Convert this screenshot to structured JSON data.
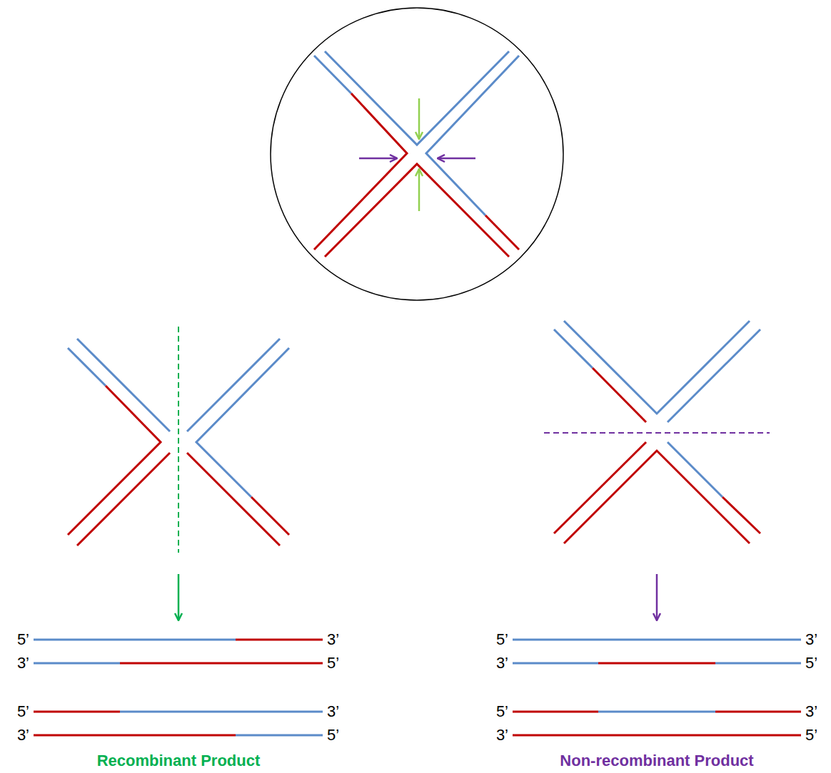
{
  "diagram": {
    "labels": [
      "5’",
      "3’",
      "3’",
      "5’",
      "5’",
      "3’",
      "3’",
      "5’",
      "5’",
      "3’",
      "3’",
      "5’",
      "5’",
      "3’",
      "3’",
      "5’",
      "Recombinant Product",
      "Non-recombinant Product"
    ]
  }
}
